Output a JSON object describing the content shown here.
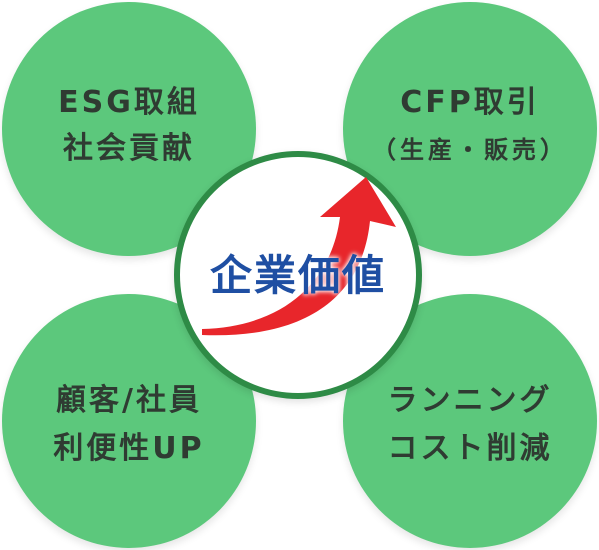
{
  "center": {
    "title": "企業価値"
  },
  "nodes": {
    "esg": {
      "line1": "ESG取組",
      "line2": "社会貢献"
    },
    "cfp": {
      "line1": "CFP取引",
      "line2": "（生産・販売）"
    },
    "customer": {
      "line1": "顧客/社員",
      "line2": "利便性UP"
    },
    "cost": {
      "line1": "ランニング",
      "line2": "コスト削減"
    }
  },
  "colors": {
    "circle_fill": "#5cc87c",
    "center_border": "#2e8b46",
    "center_text": "#1f4fa3",
    "arrow": "#e8262b",
    "label_text": "#2f3b32"
  },
  "icons": {
    "arrow": "red-upward-curved-arrow"
  }
}
